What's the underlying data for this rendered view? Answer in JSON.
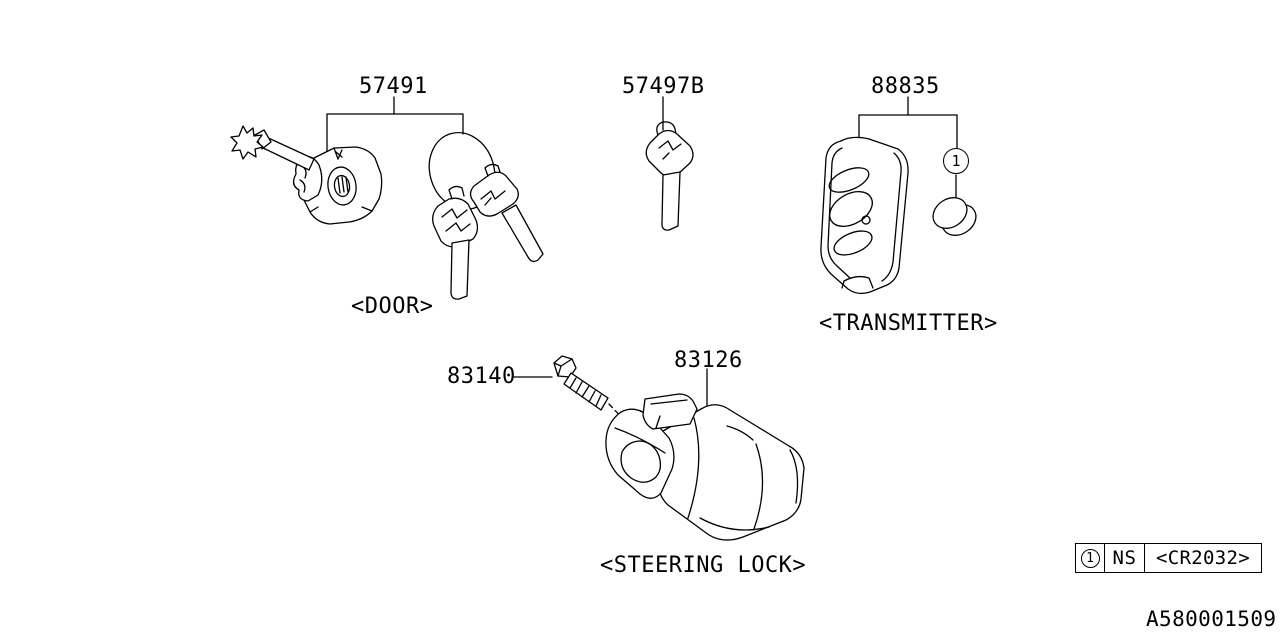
{
  "diagram": {
    "id": "A580001509",
    "type": "parts-line-drawing",
    "colors": {
      "line": "#000000",
      "background": "#ffffff",
      "text": "#000000"
    }
  },
  "groups": {
    "door": {
      "part_number": "57491",
      "caption": "<DOOR>",
      "parts_shown": [
        "door lock cylinder",
        "keys with ring"
      ]
    },
    "key_blank": {
      "part_number": "57497B",
      "parts_shown": [
        "key blank"
      ]
    },
    "transmitter": {
      "part_number": "88835",
      "caption": "<TRANSMITTER>",
      "battery_ref": "1",
      "parts_shown": [
        "keyless transmitter fob",
        "coin battery"
      ]
    },
    "steering_lock": {
      "bolt_part_number": "83140",
      "lock_part_number": "83126",
      "caption": "<STEERING LOCK>",
      "parts_shown": [
        "shear bolt",
        "steering lock assembly"
      ]
    }
  },
  "legend": {
    "ref": "1",
    "code": "NS",
    "battery_type": "<CR2032>"
  }
}
